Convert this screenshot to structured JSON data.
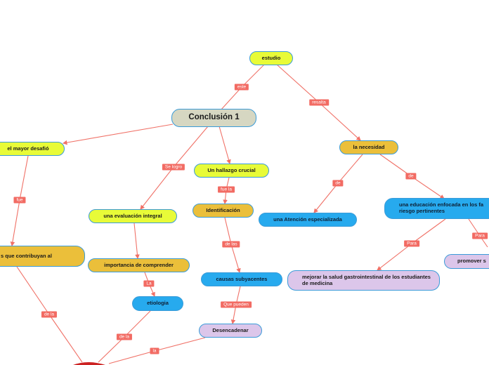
{
  "map": {
    "central": "Conclusión 1",
    "nodes": {
      "estudio": "estudio",
      "mayor_desafio": "el mayor desafió",
      "evaluacion": "una evaluación integral",
      "hallazgo": "Un hallazgo crucial",
      "identificacion": "Identificación",
      "necesidad": "la necesidad",
      "atencion": "una Atención especializada",
      "educacion": "una educación enfocada en los fa riesgo pertinentes",
      "contribuyan": "s que contribuyan al",
      "importancia": "importancia de comprender",
      "etiologia": "etiologia",
      "causas": "causas subyacentes",
      "desencadenar": "Desencadenar",
      "mejorar": "mejorar la salud gastrointestinal de los estudiantes de medicina",
      "promover": "promover s"
    },
    "links": {
      "este": "este",
      "resalta": "resalta",
      "se_logro": "Se logro",
      "fue_la": "fue la",
      "fue": "fue",
      "de_las": "de las",
      "de_1": "de",
      "de_2": "de",
      "la_1": "La",
      "que_pueden": "Que pueden",
      "de_la_1": "de la",
      "de_la_2": "de la",
      "la_2": "la",
      "para_1": "Para",
      "para_2": "Para"
    }
  }
}
